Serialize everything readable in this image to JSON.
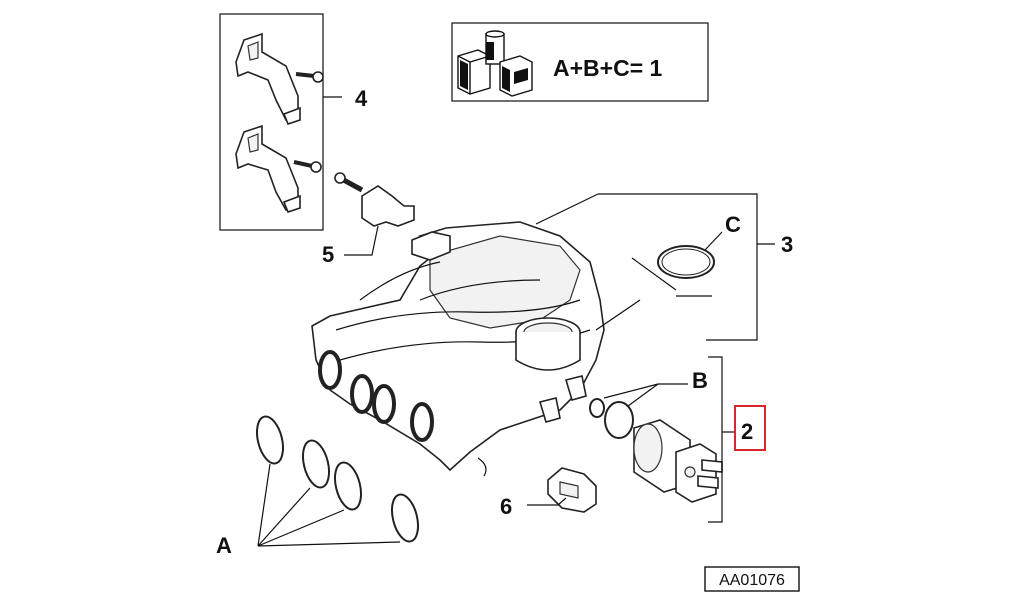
{
  "diagram": {
    "formula": "A+B+C= 1",
    "drawing_ref": "AA01076",
    "callouts": {
      "A": "A",
      "B": "B",
      "C": "C",
      "p2": "2",
      "p3": "3",
      "p4": "4",
      "p5": "5",
      "p6": "6"
    },
    "highlight_color": "#d9262c",
    "icons": [
      "kit-boxes-icon"
    ]
  }
}
